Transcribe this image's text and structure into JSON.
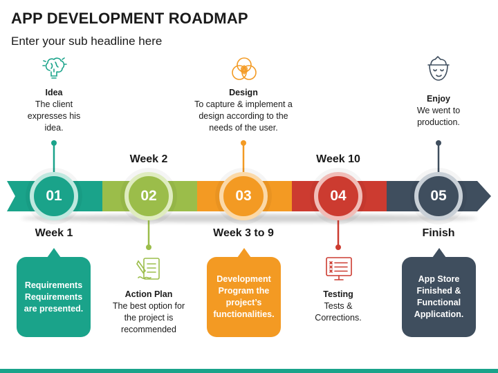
{
  "header": {
    "title": "APP DEVELOPMENT ROADMAP",
    "subtitle": "Enter your sub headline here"
  },
  "colors": {
    "teal": "#1aa38a",
    "green": "#9bbd4a",
    "orange": "#f39a23",
    "red": "#cc3b30",
    "navy": "#3f4e5e"
  },
  "steps": [
    {
      "number": "01",
      "color": "#1aa38a",
      "week": "Week 1",
      "top_title": "Idea",
      "top_text": "The client expresses his idea.",
      "bubble_title": "Requirements",
      "bubble_text": "Requirements are presented.",
      "icon": "brain-idea-icon"
    },
    {
      "number": "02",
      "color": "#9bbd4a",
      "week": "Week 2",
      "bottom_title": "Action Plan",
      "bottom_text": "The best option for the project is recommended",
      "icon": "checklist-icon"
    },
    {
      "number": "03",
      "color": "#f39a23",
      "week": "Week 3 to 9",
      "top_title": "Design",
      "top_text": "To capture & implement a design according to the needs of the user.",
      "bubble_title": "Development",
      "bubble_text": "Program the project’s functionalities.",
      "icon": "venn-design-icon"
    },
    {
      "number": "04",
      "color": "#cc3b30",
      "week": "Week 10",
      "bottom_title": "Testing",
      "bottom_text": "Tests & Corrections.",
      "icon": "testing-monitor-icon"
    },
    {
      "number": "05",
      "color": "#3f4e5e",
      "week": "Finish",
      "top_title": "Enjoy",
      "top_text": "We went to production.",
      "bubble_title": "App Store",
      "bubble_text": "Finished & Functional Application.",
      "icon": "relaxed-face-icon"
    }
  ]
}
